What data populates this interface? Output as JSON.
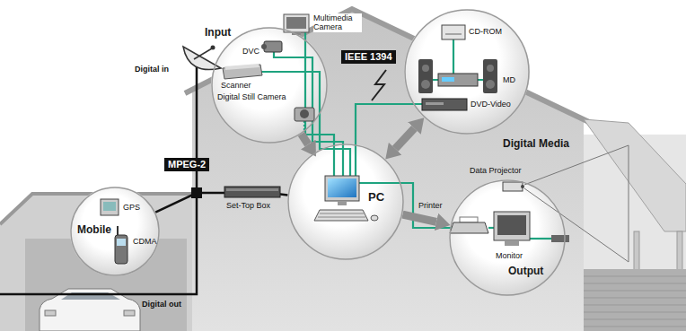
{
  "diagram": {
    "nodes": [
      {
        "text": [
          "Input"
        ]
      },
      {
        "text": [
          "Digital Media"
        ]
      },
      {
        "text": [
          "Mobile"
        ]
      },
      {
        "text": [
          "PC"
        ]
      },
      {
        "text": [
          "Output"
        ]
      }
    ],
    "edges": [
      {
        "from": 0,
        "to": 3,
        "arrow": "to"
      },
      {
        "from": 3,
        "to": 1,
        "arrow": "both"
      },
      {
        "from": 3,
        "to": 4,
        "arrow": "to"
      },
      {
        "from": 2,
        "to": 3,
        "arrow": "none"
      }
    ],
    "labels": [
      "Digital in",
      "Multimedia Camera",
      "DVC",
      "IEEE 1394",
      "CD-ROM",
      "Scanner",
      "MD",
      "Digital Still Camera",
      "DVD-Video",
      "MPEG-2",
      "Data Projector",
      "GPS",
      "Set-Top Box",
      "Printer",
      "CDMA",
      "Monitor",
      "Digital out"
    ]
  }
}
